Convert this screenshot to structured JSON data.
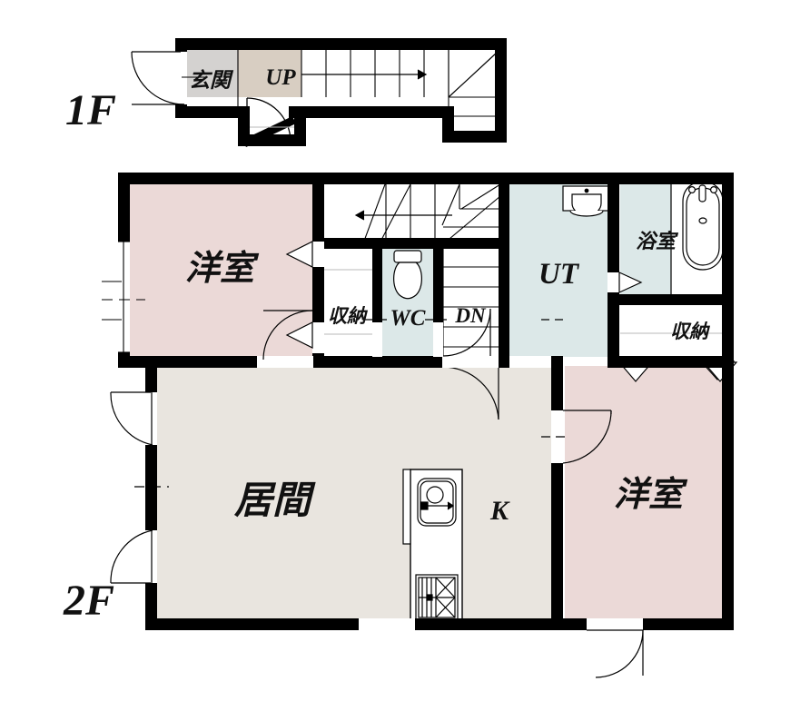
{
  "plan": {
    "title_1f": "1F",
    "title_2f": "2F",
    "colors": {
      "wall": "#000000",
      "bedroom_fill": "#ebd9d7",
      "living_fill": "#e9e5df",
      "wet_fill": "#dce8e8",
      "entrance_fill": "#d4d2d0",
      "up_step_fill": "#d8cec2",
      "white": "#ffffff",
      "thin_line": "#000000",
      "faint_line": "#b0b0b0"
    }
  },
  "floor1": {
    "label": "1F",
    "rooms": [
      {
        "key": "genkan",
        "label": "玄関",
        "fill": "entrance_fill"
      },
      {
        "key": "up",
        "label": "UP",
        "fill": "up_step_fill"
      }
    ]
  },
  "floor2": {
    "label": "2F",
    "rooms": [
      {
        "key": "bedroom_nw",
        "label": "洋室",
        "fill": "bedroom_fill"
      },
      {
        "key": "closet_center",
        "label": "収納",
        "fill": "white"
      },
      {
        "key": "wc",
        "label": "WC",
        "fill": "wet_fill"
      },
      {
        "key": "stair_down",
        "label": "DN",
        "fill": "white"
      },
      {
        "key": "utility",
        "label": "UT",
        "fill": "wet_fill"
      },
      {
        "key": "bathroom",
        "label": "浴室",
        "fill": "wet_fill"
      },
      {
        "key": "closet_east",
        "label": "収納",
        "fill": "white"
      },
      {
        "key": "living",
        "label": "居間",
        "fill": "living_fill"
      },
      {
        "key": "kitchen",
        "label": "K",
        "fill": "living_fill"
      },
      {
        "key": "bedroom_se",
        "label": "洋室",
        "fill": "bedroom_fill"
      }
    ]
  },
  "labels": {
    "floor1_title": "1F",
    "floor2_title": "2F",
    "genkan": "玄関",
    "up": "UP",
    "bedroom_nw": "洋室",
    "closet_center": "収納",
    "wc": "WC",
    "dn": "DN",
    "ut": "UT",
    "bathroom": "浴室",
    "closet_east": "収納",
    "living": "居間",
    "kitchen": "K",
    "bedroom_se": "洋室"
  }
}
